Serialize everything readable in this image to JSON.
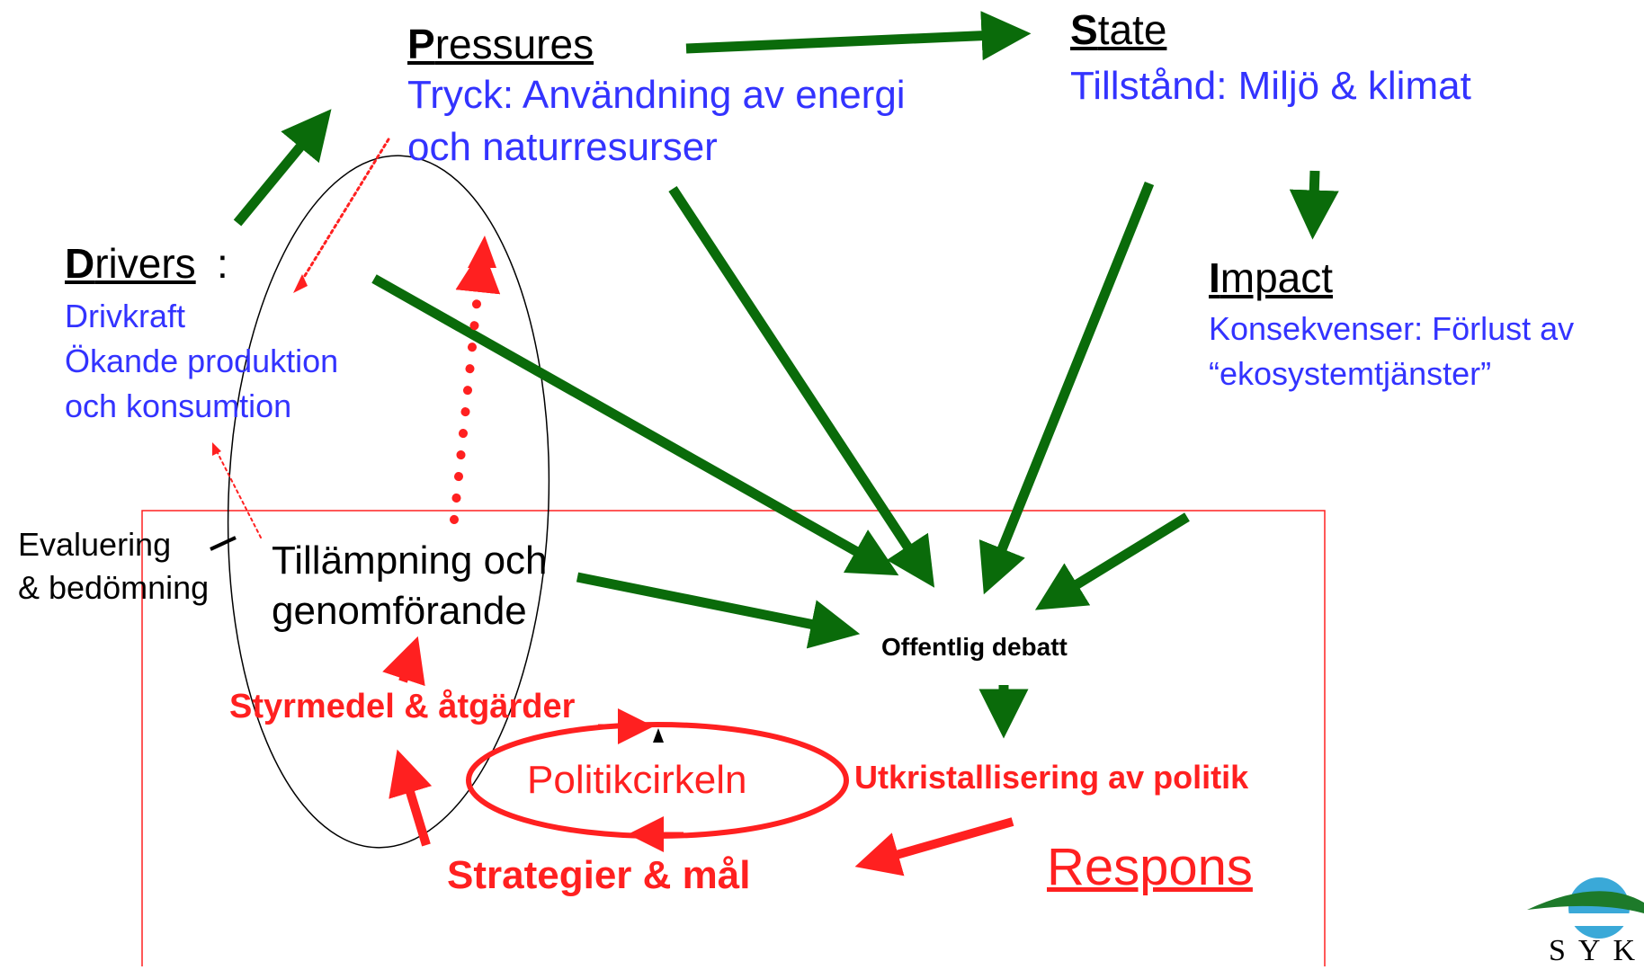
{
  "drivers": {
    "initial": "D",
    "rest": "rivers",
    "suffix": ":",
    "lines": [
      "Drivkraft",
      "Ökande produktion",
      "och konsumtion"
    ]
  },
  "pressures": {
    "initial": "P",
    "rest": "ressures",
    "lines": [
      "Tryck: Användning av energi",
      "och naturresurser"
    ]
  },
  "state": {
    "initial": "S",
    "rest": "tate",
    "line": "Tillstånd: Miljö & klimat"
  },
  "impact": {
    "initial": "I",
    "rest": "mpact",
    "lines": [
      "Konsekvenser: Förlust av",
      "“ekosystemtjänster”"
    ]
  },
  "evaluation": [
    "Evaluering",
    "& bedömning"
  ],
  "implementation": [
    "Tillämpning och",
    "genomförande"
  ],
  "public_debate": "Offentlig debatt",
  "policy_formulation": "Utkristallisering av politik",
  "instruments": "Styrmedel & åtgärder",
  "policy_cycle": "Politikcirkeln",
  "strategies": "Strategier & mål",
  "response": "Respons",
  "logo": {
    "text": "SYKE",
    "name": "syke-logo"
  },
  "colors": {
    "green": "#0a6b0a",
    "red": "#ff2020",
    "blue_text": "#3333ff",
    "box": "#ff2020"
  }
}
